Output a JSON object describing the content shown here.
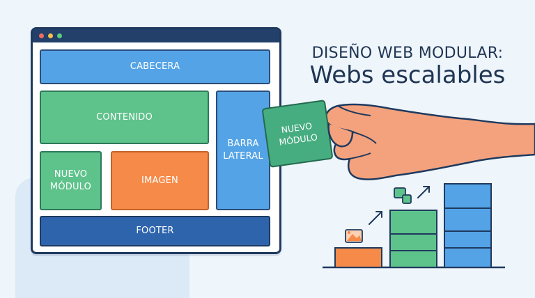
{
  "headline": {
    "line1": "DISEÑO WEB MODULAR:",
    "line2": "Webs escalables"
  },
  "window": {
    "dots": [
      "#f26b5b",
      "#f5c04a",
      "#5ccb7b"
    ],
    "modules": {
      "header": "CABECERA",
      "content": "CONTENIDO",
      "sidebar": "BARRA\nLATERAL",
      "new_module": "NUEVO\nMÓDULO",
      "image": "IMAGEN",
      "footer": "FOOTER"
    }
  },
  "held_card": {
    "label": "NUEVO\nMÓDULO"
  },
  "growth_icons": [
    "image-growth-icon",
    "modules-growth-icon",
    "arrow-up-right-icon"
  ],
  "colors": {
    "blue": "#54a3e6",
    "green": "#5ec28b",
    "orange": "#f68a48",
    "navy": "#2e64ac",
    "skin": "#f4a27d",
    "outline": "#1f3a5f"
  }
}
